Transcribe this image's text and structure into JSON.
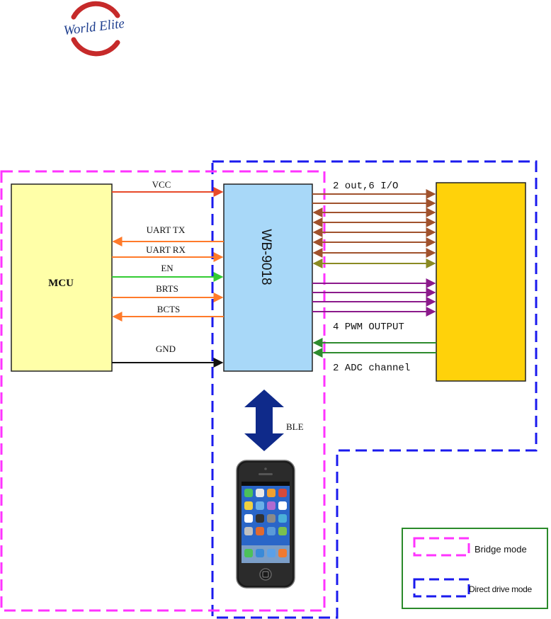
{
  "logo": {
    "text": "World  Elite",
    "ring_color": "#c62a2a",
    "text_color": "#1f3f8f"
  },
  "blocks": {
    "mcu": {
      "label": "MCU",
      "fill": "#ffffa8"
    },
    "module": {
      "label": "WB-9018",
      "fill": "#a8d8f8"
    },
    "peripheral": {
      "label": "",
      "fill": "#ffd20a"
    }
  },
  "signals": {
    "vcc": "VCC",
    "uart_tx": "UART TX",
    "uart_rx": "UART RX",
    "en": "EN",
    "brts": "BRTS",
    "bcts": "BCTS",
    "gnd": "GND"
  },
  "io_labels": {
    "gpio": "2 out,6 I/O",
    "pwm": "4 PWM OUTPUT",
    "adc": "2 ADC channel"
  },
  "ble_label": "BLE",
  "phone_icon": "smartphone-icon",
  "legend": {
    "bridge": {
      "label": "Bridge mode",
      "color": "#ff33ff"
    },
    "direct": {
      "label": "Direct drive mode",
      "color": "#1a1aee"
    },
    "frame_color": "#2a8a2a"
  },
  "colors": {
    "power": "#e84a2a",
    "uart": "#ff7a2a",
    "enable": "#33cc33",
    "ground": "#111111",
    "gpio": "#a0522d",
    "gpio_last": "#8a8a22",
    "pwm": "#8b1a8b",
    "adc": "#2e8b2e",
    "ble_arrow": "#0f2a8a"
  }
}
